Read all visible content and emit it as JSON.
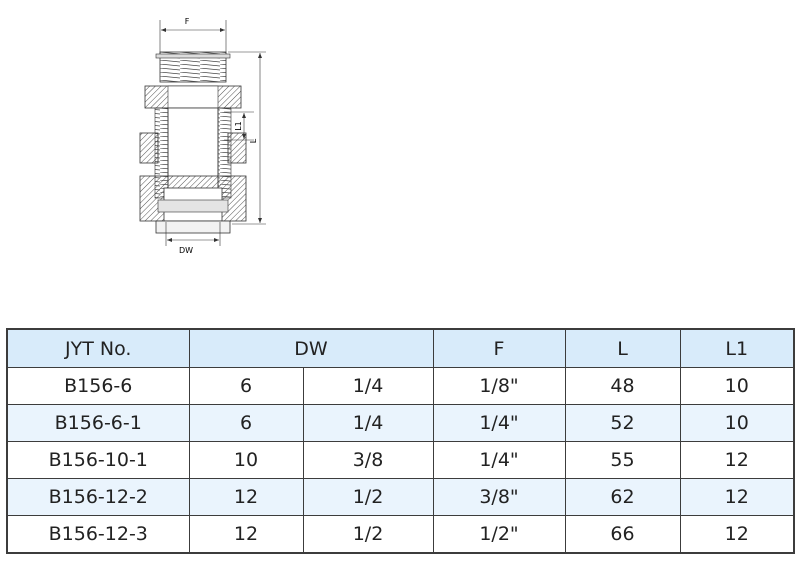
{
  "drawing": {
    "label_F": "F",
    "label_DW": "DW",
    "label_L": "L",
    "label_L1": "L1"
  },
  "table": {
    "headers": {
      "jyt_no": "JYT No.",
      "dw": "DW",
      "f": "F",
      "l": "L",
      "l1": "L1"
    },
    "rows": [
      {
        "jyt_no": "B156-6",
        "dw_mm": "6",
        "dw_in": "1/4",
        "f": "1/8\"",
        "l": "48",
        "l1": "10"
      },
      {
        "jyt_no": "B156-6-1",
        "dw_mm": "6",
        "dw_in": "1/4",
        "f": "1/4\"",
        "l": "52",
        "l1": "10"
      },
      {
        "jyt_no": "B156-10-1",
        "dw_mm": "10",
        "dw_in": "3/8",
        "f": "1/4\"",
        "l": "55",
        "l1": "12"
      },
      {
        "jyt_no": "B156-12-2",
        "dw_mm": "12",
        "dw_in": "1/2",
        "f": "3/8\"",
        "l": "62",
        "l1": "12"
      },
      {
        "jyt_no": "B156-12-3",
        "dw_mm": "12",
        "dw_in": "1/2",
        "f": "1/2\"",
        "l": "66",
        "l1": "12"
      }
    ]
  }
}
